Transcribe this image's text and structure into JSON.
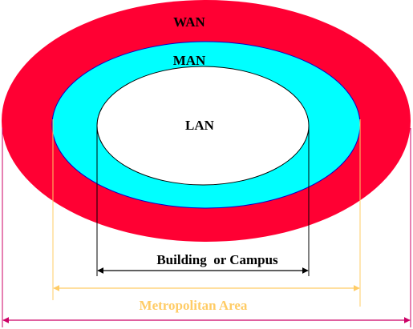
{
  "colors": {
    "wan": "#FF0033",
    "man": "#00FFFF",
    "man_border": "#0000CC",
    "lan": "#FFFFFF",
    "building_line": "#000000",
    "metro_line": "#FFCC66",
    "wide_line": "#CC0066"
  },
  "zones": {
    "wan": "WAN",
    "man": "MAN",
    "lan": "LAN"
  },
  "dimensions": {
    "building": "Building  or Campus",
    "metropolitan": "Metropolitan Area"
  }
}
